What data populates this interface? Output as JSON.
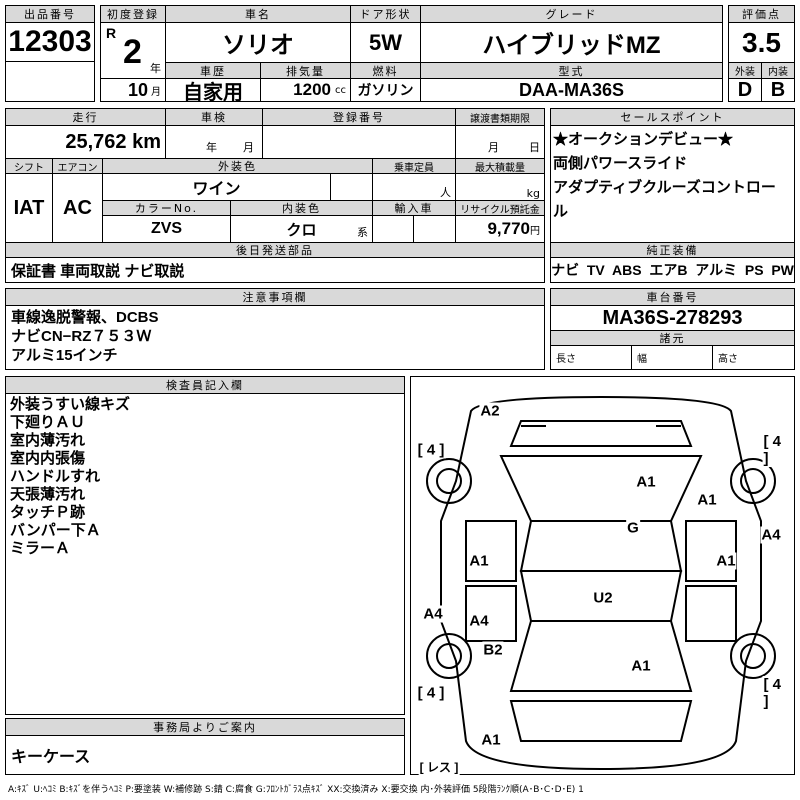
{
  "lot": {
    "label": "出品番号",
    "value": "12303"
  },
  "first_reg": {
    "label": "初度登録",
    "era": "R",
    "year": "2",
    "year_unit": "年",
    "month": "10",
    "month_unit": "月"
  },
  "car_name": {
    "label": "車名",
    "value": "ソリオ"
  },
  "door": {
    "label": "ドア形状",
    "value": "5W"
  },
  "grade": {
    "label": "グレード",
    "value": "ハイブリッドMZ"
  },
  "history": {
    "label": "車歴",
    "value": "自家用"
  },
  "displacement": {
    "label": "排気量",
    "value": "1200",
    "unit": "cc"
  },
  "fuel": {
    "label": "燃料",
    "value": "ガソリン"
  },
  "model": {
    "label": "型式",
    "value": "DAA-MA36S"
  },
  "score": {
    "label": "評価点",
    "value": "3.5",
    "ext_label": "外装",
    "int_label": "内装",
    "ext": "D",
    "int": "B"
  },
  "mileage": {
    "label": "走行",
    "value": "25,762 km"
  },
  "inspection": {
    "label": "車検",
    "year_unit": "年",
    "month_unit": "月"
  },
  "reg_no": {
    "label": "登録番号"
  },
  "transfer": {
    "label": "譲渡書類期限",
    "month_unit": "月",
    "day_unit": "日"
  },
  "shift": {
    "label": "シフト",
    "value": "IAT"
  },
  "ac": {
    "label": "エアコン",
    "value": "AC"
  },
  "ext_color": {
    "label": "外装色",
    "value": "ワイン"
  },
  "capacity": {
    "label": "乗車定員",
    "unit": "人"
  },
  "max_load": {
    "label": "最大積載量",
    "unit": "kg"
  },
  "color_no": {
    "label": "カラーNo.",
    "value": "ZVS"
  },
  "int_color": {
    "label": "内装色",
    "value": "クロ",
    "suffix": "系"
  },
  "import": {
    "label": "輸入車"
  },
  "recycle": {
    "label": "リサイクル預託金",
    "value": "9,770",
    "unit": "円"
  },
  "later_parts": {
    "label": "後日発送部品",
    "value": "保証書 車両取説 ナビ取説"
  },
  "sales_points": {
    "label": "セールスポイント",
    "lines": [
      "★オークションデビュー★",
      "両側パワースライド",
      "アダプティブクルーズコントロー",
      "ル"
    ]
  },
  "equipment": {
    "label": "純正装備",
    "value": "ナビ  TV  ABS  エアB  アルミ  PS  PW"
  },
  "notes": {
    "label": "注意事項欄",
    "lines": [
      "車線逸脱警報、DCBS",
      "ナビCN−RZ７５３Ｗ",
      "アルミ15インチ"
    ]
  },
  "chassis": {
    "label": "車台番号",
    "value": "MA36S-278293",
    "spec_label": "諸元",
    "length": "長さ",
    "width": "幅",
    "height": "高さ"
  },
  "inspector": {
    "label": "検査員記入欄",
    "lines": [
      "外装うすい線キズ",
      "下廻りＡＵ",
      "室内薄汚れ",
      "室内内張傷",
      "ハンドルすれ",
      "天張薄汚れ",
      "タッチＰ跡",
      "バンパー下Ａ",
      "ミラーＡ"
    ]
  },
  "office": {
    "label": "事務局よりご案内",
    "value": "キーケース"
  },
  "diagram": {
    "marks": [
      "A2",
      "[ 4 ]",
      "[ 4 ]",
      "A1",
      "A1",
      "G",
      "A4",
      "A1",
      "A1",
      "U2",
      "A4",
      "A4",
      "B2",
      "A1",
      "[ 4 ]",
      "[ 4 ]",
      "A1",
      "[ レス ]"
    ]
  },
  "legend": "A:ｷｽﾞ U:ﾍｺﾐ B:ｷｽﾞを伴うﾍｺﾐ P:要塗装 W:補修跡 S:錆 C:腐食 G:ﾌﾛﾝﾄｶﾞﾗｽ点ｷｽﾞ XX:交換済み X:要交換  内･外装評価  5段階ﾗﾝｸ順(A･B･C･D･E) 1"
}
